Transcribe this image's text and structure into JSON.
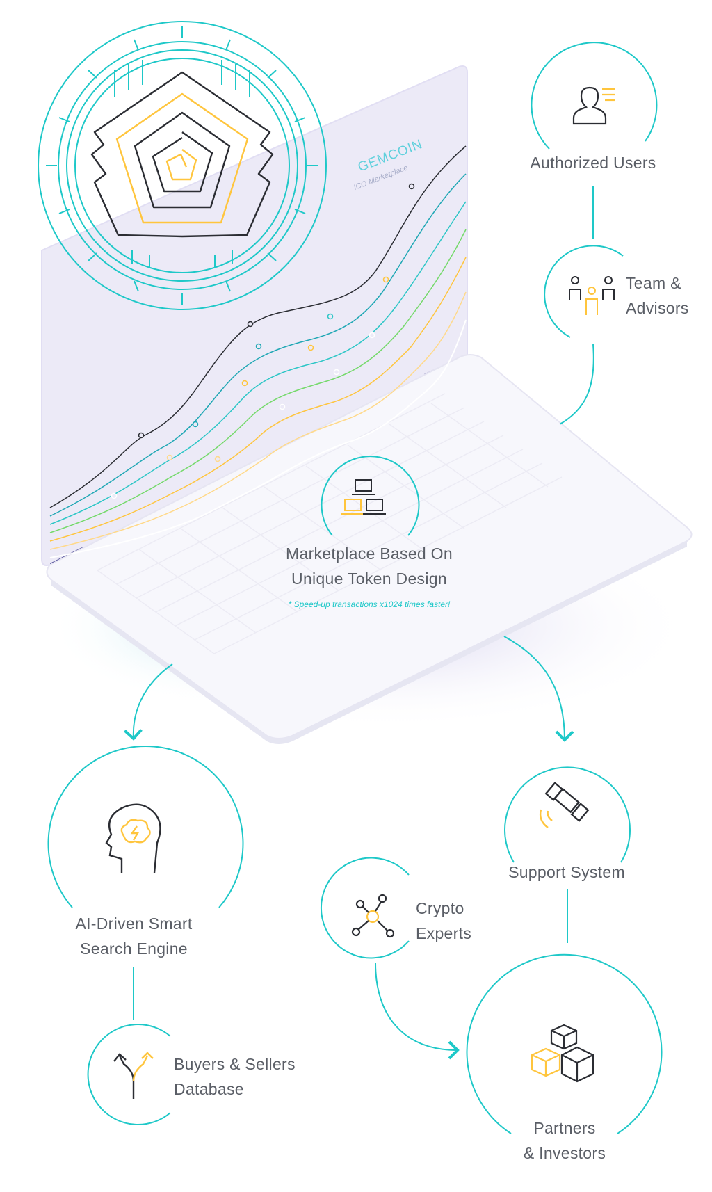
{
  "screen": {
    "brand": "GEMCOIN",
    "subtitle": "ICO Marketplace"
  },
  "nodes": {
    "authorized_users": {
      "label": "Authorized Users",
      "icon": "user-list-icon"
    },
    "team_advisors": {
      "lines": [
        "Team &",
        "Advisors"
      ],
      "icon": "team-icon"
    },
    "marketplace": {
      "lines": [
        "Marketplace Based On",
        "Unique Token Design"
      ],
      "note": "* Speed-up transactions x1024 times faster!",
      "icon": "laptops-icon"
    },
    "ai_search": {
      "lines": [
        "AI-Driven Smart",
        "Search Engine"
      ],
      "icon": "brain-head-icon"
    },
    "buyers_sellers": {
      "lines": [
        "Buyers & Sellers",
        "Database"
      ],
      "icon": "fork-arrows-icon"
    },
    "support": {
      "label": "Support System",
      "icon": "satellite-icon"
    },
    "crypto_experts": {
      "lines": [
        "Crypto",
        "Experts"
      ],
      "icon": "network-icon"
    },
    "partners": {
      "lines": [
        "Partners",
        "& Investors"
      ],
      "icon": "cubes-icon"
    }
  },
  "colors": {
    "teal": "#1ec8c8",
    "yellow": "#ffc53d",
    "dark": "#2b2d33",
    "screen": "#eceaf7"
  }
}
